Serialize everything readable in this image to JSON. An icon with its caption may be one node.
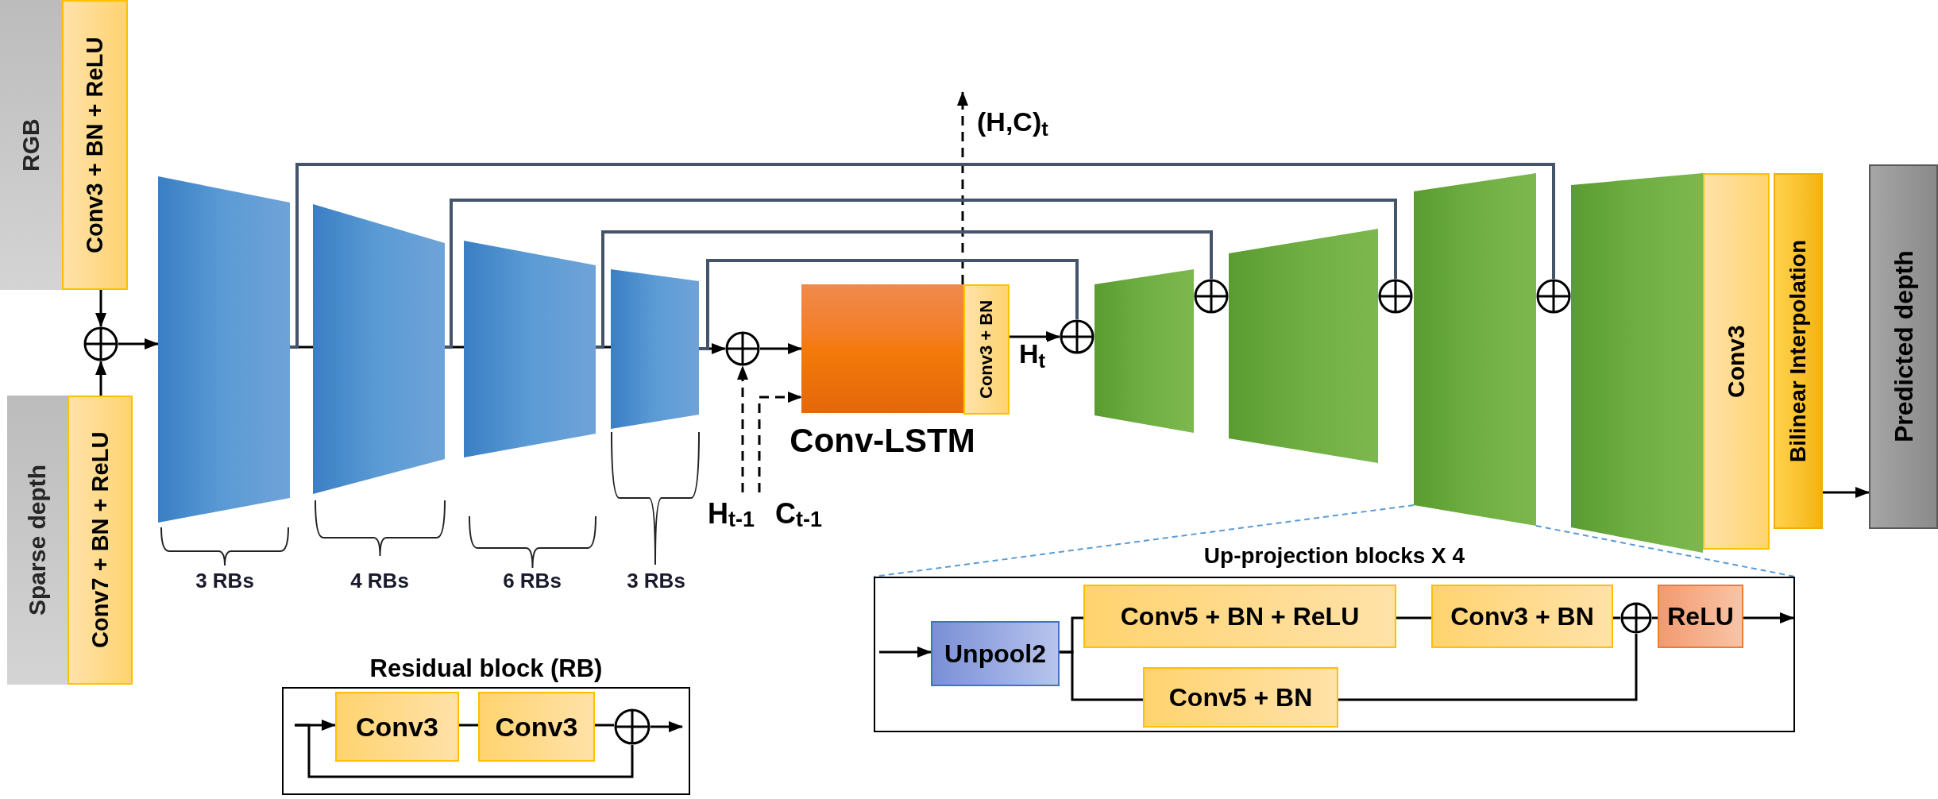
{
  "diagram": {
    "nodes": [
      {
        "text": [
          "RGB"
        ]
      },
      {
        "text": [
          "Conv3 + BN + ReLU"
        ]
      },
      {
        "text": [
          "Sparse depth"
        ]
      },
      {
        "text": [
          "Conv7 + BN + ReLU"
        ]
      },
      {
        "text": [],
        "shape": "circle"
      },
      {
        "text": [],
        "shape": "trapezoid"
      },
      {
        "text": [],
        "shape": "trapezoid"
      },
      {
        "text": [],
        "shape": "trapezoid"
      },
      {
        "text": [],
        "shape": "trapezoid"
      },
      {
        "text": [],
        "shape": "circle"
      },
      {
        "text": [
          "Conv-LSTM"
        ]
      },
      {
        "text": [
          "Conv3 + BN"
        ]
      },
      {
        "text": [],
        "shape": "circle"
      },
      {
        "text": [],
        "shape": "trapezoid"
      },
      {
        "text": [],
        "shape": "circle"
      },
      {
        "text": [],
        "shape": "trapezoid"
      },
      {
        "text": [],
        "shape": "circle"
      },
      {
        "text": [],
        "shape": "trapezoid"
      },
      {
        "text": [],
        "shape": "circle"
      },
      {
        "text": [],
        "shape": "trapezoid"
      },
      {
        "text": [
          "Conv3"
        ]
      },
      {
        "text": [
          "Bilinear Interpolation"
        ]
      },
      {
        "text": [
          "Predicted depth"
        ]
      },
      {
        "text": [
          "H$_{t-1}$"
        ]
      },
      {
        "text": [
          "C$_{t-1}$"
        ]
      },
      {
        "text": [
          "Residual block (RB)"
        ]
      },
      {
        "text": [
          "Conv3"
        ],
        "in": 25
      },
      {
        "text": [
          "Conv3"
        ],
        "in": 25
      },
      {
        "text": [],
        "shape": "circle",
        "in": 25
      },
      {
        "text": [
          "Up-projection blocks X 4"
        ]
      },
      {
        "text": [
          "Unpool2"
        ],
        "in": 29
      },
      {
        "text": [
          "Conv5 + BN + ReLU"
        ],
        "in": 29
      },
      {
        "text": [
          "Conv3 + BN"
        ],
        "in": 29
      },
      {
        "text": [],
        "shape": "circle",
        "in": 29
      },
      {
        "text": [
          "ReLU"
        ],
        "in": 29
      },
      {
        "text": [
          "Conv5 + BN"
        ],
        "in": 29
      }
    ],
    "edges": [
      {
        "from": 1,
        "to": 4,
        "arrow": "to"
      },
      {
        "from": 3,
        "to": 4,
        "arrow": "to"
      },
      {
        "from": 4,
        "to": 5,
        "arrow": "to"
      },
      {
        "from": 5,
        "to": 6,
        "arrow": "none"
      },
      {
        "from": 6,
        "to": 7,
        "arrow": "none"
      },
      {
        "from": 7,
        "to": 8,
        "arrow": "none"
      },
      {
        "from": 8,
        "to": 9,
        "arrow": "to"
      },
      {
        "from": 9,
        "to": 10,
        "arrow": "to"
      },
      {
        "from": 23,
        "to": 9,
        "arrow": "to",
        "style": "dashed"
      },
      {
        "from": 24,
        "to": 10,
        "arrow": "to",
        "style": "dashed"
      },
      {
        "from": 11,
        "to": 12,
        "arrow": "to",
        "label": "H$_{t}$"
      },
      {
        "from": 10,
        "to": null,
        "arrow": "to",
        "style": "dashed",
        "label": "(H,C)$_{t}$"
      },
      {
        "from": 5,
        "to": 18,
        "arrow": "none",
        "color": "#44546a"
      },
      {
        "from": 6,
        "to": 16,
        "arrow": "none",
        "color": "#44546a"
      },
      {
        "from": 7,
        "to": 14,
        "arrow": "none",
        "color": "#44546a"
      },
      {
        "from": 8,
        "to": 12,
        "arrow": "none",
        "color": "#44546a"
      },
      {
        "from": 21,
        "to": 22,
        "arrow": "to"
      },
      {
        "from": 17,
        "to": 29,
        "arrow": "none",
        "style": "dashed",
        "color": "#5b9bd5"
      },
      {
        "from": 17,
        "to": 29,
        "arrow": "none",
        "style": "dashed",
        "color": "#5b9bd5"
      },
      {
        "from": null,
        "to": 26,
        "arrow": "to"
      },
      {
        "from": null,
        "to": 28,
        "arrow": "none"
      },
      {
        "from": 26,
        "to": 27,
        "arrow": "none"
      },
      {
        "from": 27,
        "to": 28,
        "arrow": "none"
      },
      {
        "from": 28,
        "to": null,
        "arrow": "to"
      },
      {
        "from": null,
        "to": 30,
        "arrow": "to"
      },
      {
        "from": 30,
        "to": 31,
        "arrow": "none"
      },
      {
        "from": 30,
        "to": 35,
        "arrow": "none"
      },
      {
        "from": 31,
        "to": 32,
        "arrow": "none"
      },
      {
        "from": 32,
        "to": 33,
        "arrow": "none"
      },
      {
        "from": 35,
        "to": 33,
        "arrow": "none"
      },
      {
        "from": 33,
        "to": 34,
        "arrow": "none"
      },
      {
        "from": 34,
        "to": null,
        "arrow": "to"
      }
    ],
    "labels": [
      "3 RBs",
      "4 RBs",
      "6 RBs",
      "3 RBs"
    ]
  }
}
